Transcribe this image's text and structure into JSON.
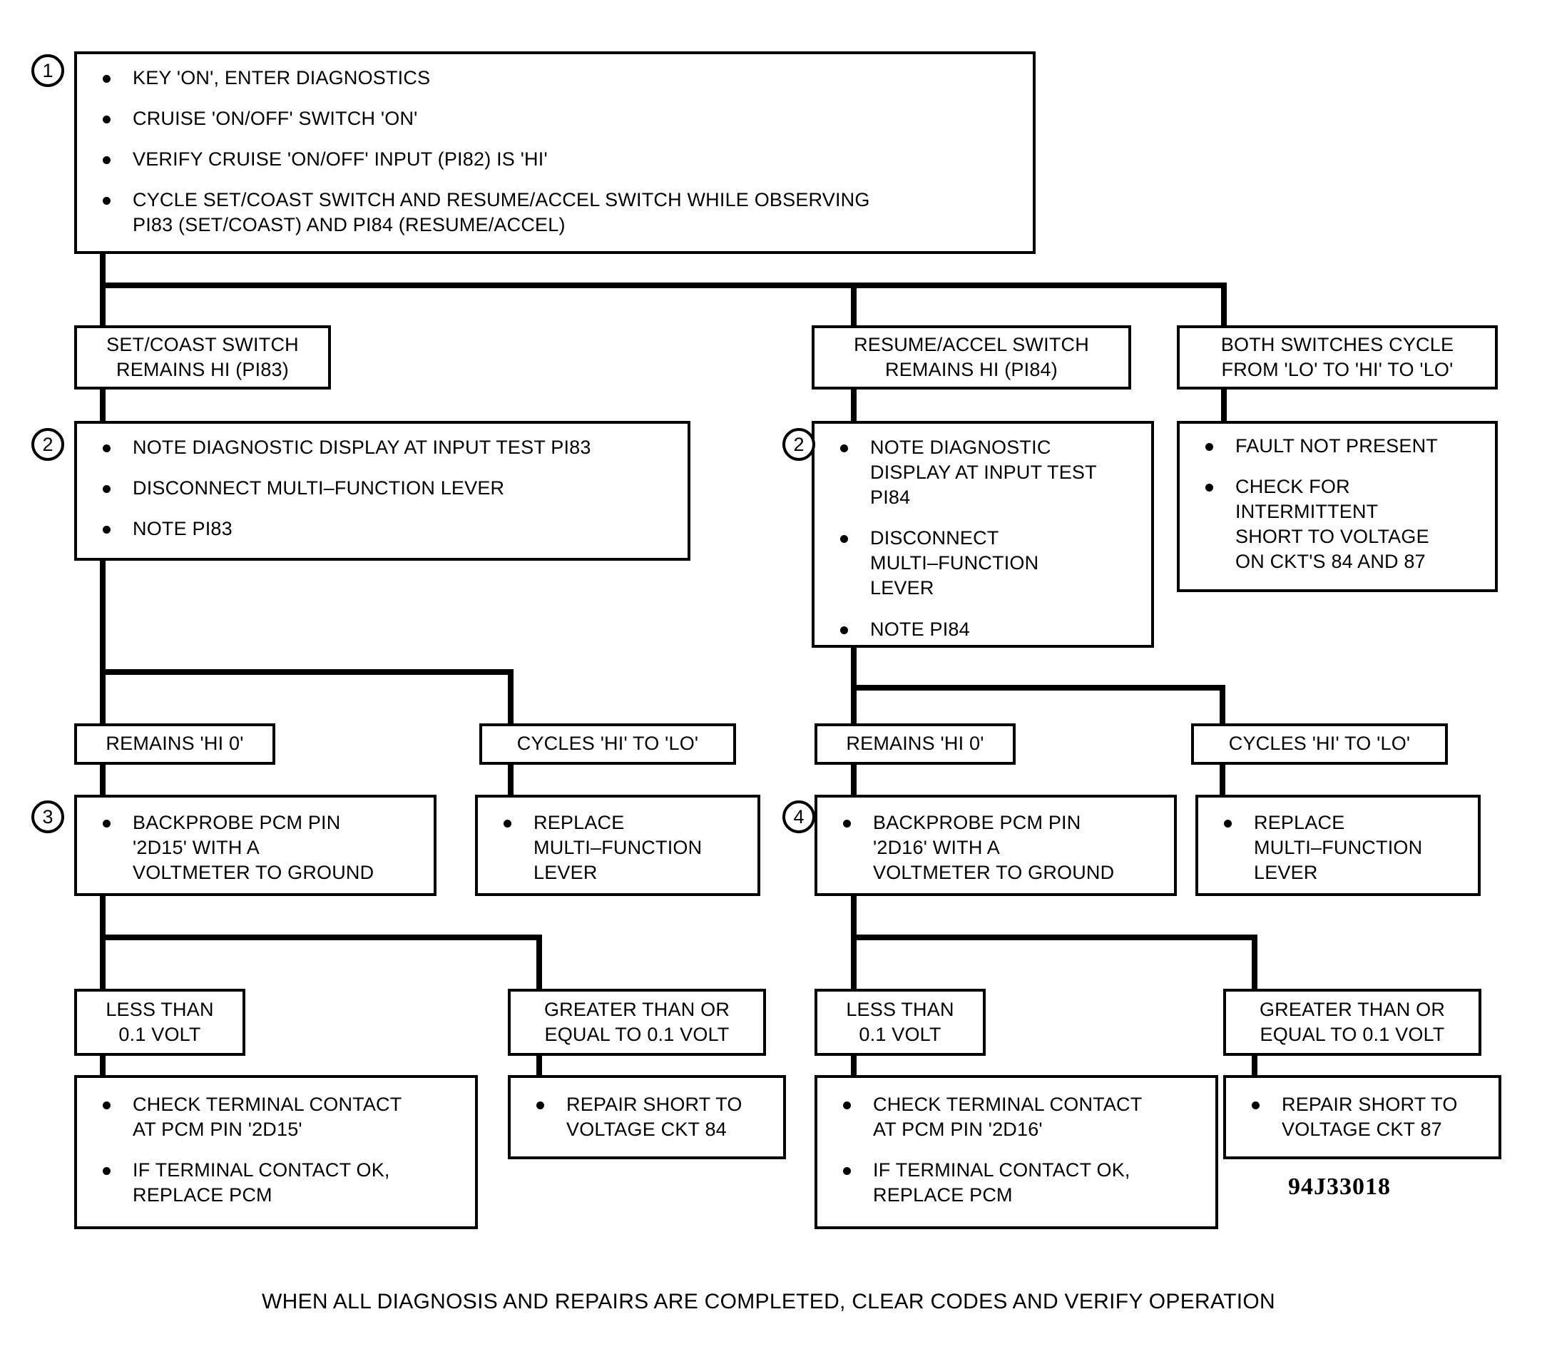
{
  "diagram": {
    "part_number": "94J33018",
    "footer_note": "WHEN ALL DIAGNOSIS AND REPAIRS ARE COMPLETED, CLEAR CODES AND VERIFY OPERATION",
    "step_numbers": {
      "one": "1",
      "two_left": "2",
      "two_right": "2",
      "three": "3",
      "four": "4"
    }
  },
  "step1": {
    "bullets": [
      {
        "lines": [
          "KEY 'ON', ENTER DIAGNOSTICS"
        ]
      },
      {
        "lines": [
          "CRUISE 'ON/OFF' SWITCH 'ON'"
        ]
      },
      {
        "lines": [
          "VERIFY CRUISE 'ON/OFF' INPUT (PI82) IS 'HI'"
        ]
      },
      {
        "lines": [
          "CYCLE SET/COAST SWITCH AND RESUME/ACCEL SWITCH WHILE OBSERVING",
          "PI83 (SET/COAST) AND PI84 (RESUME/ACCEL)"
        ]
      }
    ]
  },
  "branch_row1": {
    "set_coast": {
      "lines": [
        "SET/COAST SWITCH",
        "REMAINS HI (PI83)"
      ]
    },
    "resume_accel": {
      "lines": [
        "RESUME/ACCEL SWITCH",
        "REMAINS HI (PI84)"
      ]
    },
    "both_switches": {
      "lines": [
        "BOTH SWITCHES CYCLE",
        "FROM 'LO' TO 'HI' TO 'LO'"
      ]
    }
  },
  "step2_left": {
    "bullets": [
      {
        "lines": [
          "NOTE DIAGNOSTIC DISPLAY AT INPUT TEST PI83"
        ]
      },
      {
        "lines": [
          "DISCONNECT MULTI–FUNCTION LEVER"
        ]
      },
      {
        "lines": [
          "NOTE PI83"
        ]
      }
    ]
  },
  "step2_right": {
    "bullets": [
      {
        "lines": [
          "NOTE DIAGNOSTIC",
          "DISPLAY AT INPUT TEST",
          "PI84"
        ]
      },
      {
        "lines": [
          "DISCONNECT",
          "MULTI–FUNCTION",
          "LEVER"
        ]
      },
      {
        "lines": [
          "NOTE  PI84"
        ]
      }
    ]
  },
  "fault_not_present": {
    "bullets": [
      {
        "lines": [
          "FAULT NOT PRESENT"
        ]
      },
      {
        "lines": [
          "CHECK FOR",
          "INTERMITTENT",
          "SHORT TO VOLTAGE",
          "ON CKT'S 84 AND 87"
        ]
      }
    ]
  },
  "branch_row2": {
    "left_remains": {
      "lines": [
        "REMAINS 'HI  0'"
      ]
    },
    "left_cycles": {
      "lines": [
        "CYCLES 'HI' TO 'LO'"
      ]
    },
    "right_remains": {
      "lines": [
        "REMAINS 'HI  0'"
      ]
    },
    "right_cycles": {
      "lines": [
        "CYCLES 'HI' TO 'LO'"
      ]
    }
  },
  "step3": {
    "bullets": [
      {
        "lines": [
          "BACKPROBE PCM PIN",
          "'2D15' WITH A",
          "VOLTMETER TO GROUND"
        ]
      }
    ]
  },
  "replace_lever_left": {
    "bullets": [
      {
        "lines": [
          "REPLACE",
          "MULTI–FUNCTION",
          "LEVER"
        ]
      }
    ]
  },
  "step4": {
    "bullets": [
      {
        "lines": [
          "BACKPROBE PCM PIN",
          "'2D16' WITH A",
          "VOLTMETER TO GROUND"
        ]
      }
    ]
  },
  "replace_lever_right": {
    "bullets": [
      {
        "lines": [
          "REPLACE",
          "MULTI–FUNCTION",
          "LEVER"
        ]
      }
    ]
  },
  "branch_row3": {
    "left_less": {
      "lines": [
        "LESS THAN",
        "0.1 VOLT"
      ]
    },
    "left_greater": {
      "lines": [
        "GREATER THAN OR",
        "EQUAL TO 0.1 VOLT"
      ]
    },
    "right_less": {
      "lines": [
        "LESS THAN",
        "0.1 VOLT"
      ]
    },
    "right_greater": {
      "lines": [
        "GREATER THAN OR",
        "EQUAL TO 0.1 VOLT"
      ]
    }
  },
  "outcome_left_pcm": {
    "bullets": [
      {
        "lines": [
          "CHECK TERMINAL CONTACT",
          "AT PCM PIN '2D15'"
        ]
      },
      {
        "lines": [
          "IF TERMINAL CONTACT OK,",
          "REPLACE PCM"
        ]
      }
    ]
  },
  "outcome_left_short": {
    "bullets": [
      {
        "lines": [
          "REPAIR SHORT TO",
          "VOLTAGE CKT 84"
        ]
      }
    ]
  },
  "outcome_right_pcm": {
    "bullets": [
      {
        "lines": [
          "CHECK TERMINAL CONTACT",
          "AT PCM PIN '2D16'"
        ]
      },
      {
        "lines": [
          "IF TERMINAL CONTACT OK,",
          "REPLACE PCM"
        ]
      }
    ]
  },
  "outcome_right_short": {
    "bullets": [
      {
        "lines": [
          "REPAIR SHORT TO",
          "VOLTAGE CKT 87"
        ]
      }
    ]
  }
}
